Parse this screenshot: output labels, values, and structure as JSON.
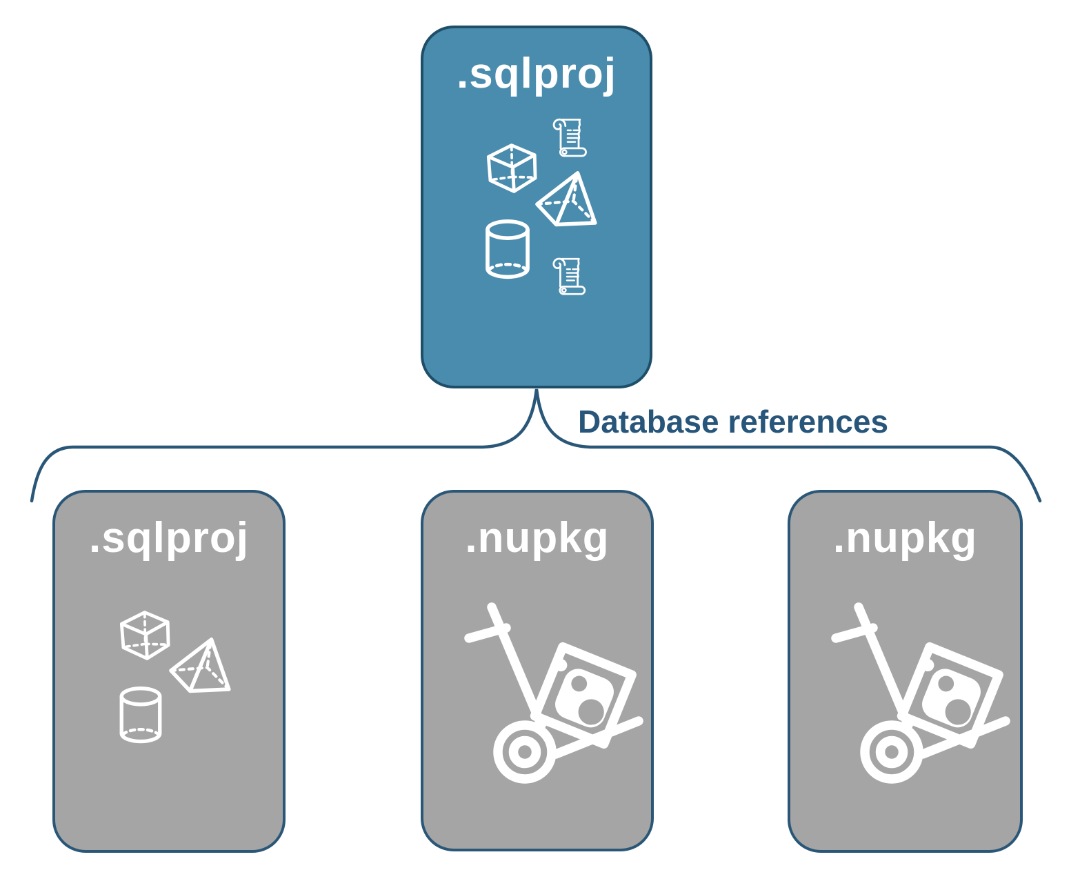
{
  "colors": {
    "page_background": "#ffffff",
    "parent_fill": "#4a8cad",
    "parent_border": "#1e4e68",
    "child_fill": "#a5a5a5",
    "child_border": "#2a5777",
    "connector_line": "#2a5777",
    "connector_label_text": "#28567a",
    "icon_stroke": "#ffffff"
  },
  "parent_card": {
    "label": ".sqlproj",
    "icons": [
      "cube-icon",
      "script-scroll-icon",
      "pyramid-icon",
      "database-cylinder-icon",
      "script-scroll-icon"
    ]
  },
  "connector": {
    "label": "Database references",
    "shape": "upward-brace-from-parent-spanning-three-children"
  },
  "child_cards": [
    {
      "label": ".sqlproj",
      "icons": [
        "cube-icon",
        "pyramid-icon",
        "database-cylinder-icon"
      ]
    },
    {
      "label": ".nupkg",
      "icons": [
        "package-dolly-icon"
      ]
    },
    {
      "label": ".nupkg",
      "icons": [
        "package-dolly-icon"
      ]
    }
  ]
}
